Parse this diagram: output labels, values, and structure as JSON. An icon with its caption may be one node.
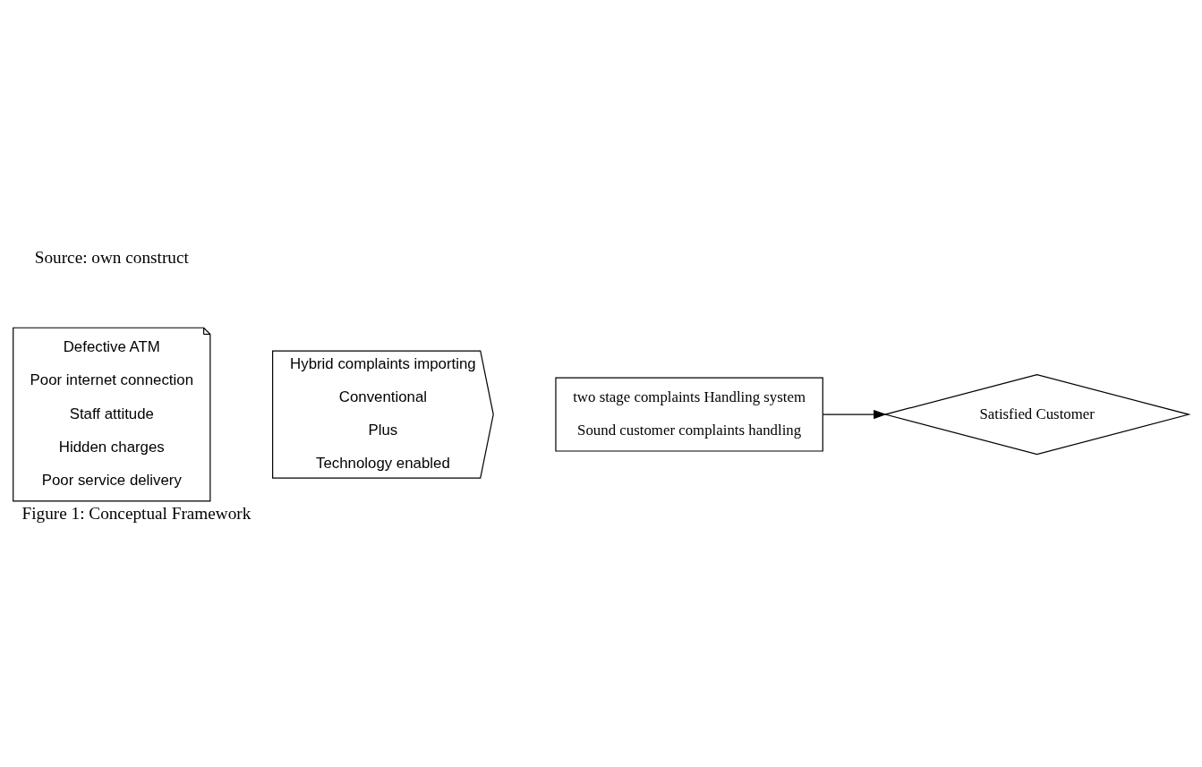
{
  "diagram": {
    "caption": "Figure 1: Conceptual Framework",
    "nodes": [
      {
        "text": [
          "Defective ATM",
          "Poor internet connection",
          "Staff attitude",
          "Hidden charges",
          "Poor service delivery"
        ]
      },
      {
        "text": [
          "Hybrid complaints importing",
          "Conventional",
          "Plus",
          "Technology enabled"
        ]
      },
      {
        "text": [
          "two stage complaints Handling system",
          "Sound customer complaints handling"
        ]
      },
      {
        "text": [
          "Satisfied Customer"
        ]
      }
    ],
    "edges": [
      {
        "from": 2,
        "to": 3,
        "arrow": "to"
      }
    ],
    "labels": [
      "Source: own construct"
    ]
  }
}
